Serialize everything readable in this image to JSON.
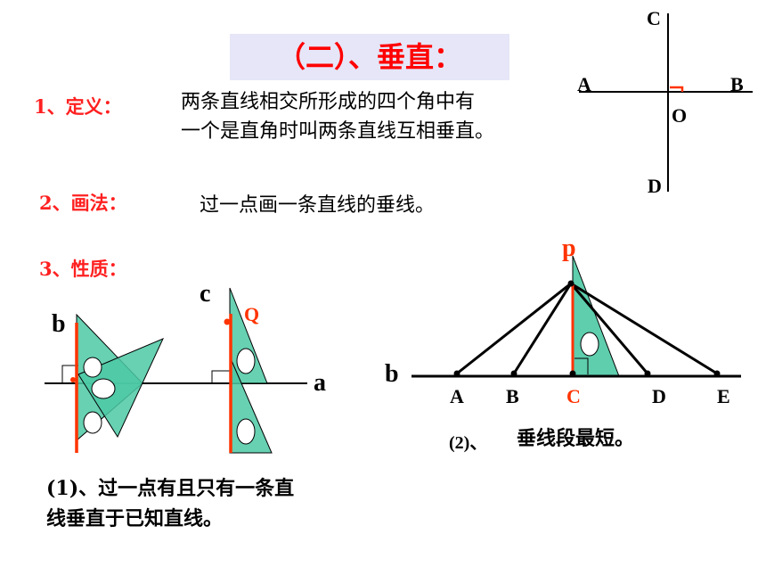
{
  "title": "（二）、垂直：",
  "definition": {
    "label": "1、定义：",
    "line1": "两条直线相交所形成的四个角中有",
    "line2": "一个是直角时叫两条直线互相垂直。"
  },
  "method": {
    "label": "2、画法：",
    "text": "过一点画一条直线的垂线。"
  },
  "property": {
    "label": "3、性质："
  },
  "cross_diagram": {
    "labels": {
      "c": "C",
      "a": "A",
      "b": "B",
      "o": "O",
      "d": "D"
    }
  },
  "left_figure": {
    "label_b": "b",
    "label_c": "c",
    "label_q": "Q",
    "label_a": "a",
    "caption_line1": "(1)、过一点有且只有一条直",
    "caption_line2": "线垂直于已知直线。"
  },
  "right_figure": {
    "label_p": "p",
    "label_b": "b",
    "points": [
      "A",
      "B",
      "C",
      "D",
      "E"
    ],
    "caption_num": "(2)、",
    "caption_text": "垂线段最短。"
  },
  "colors": {
    "title": "#ff0000",
    "label": "#ff2020",
    "triangle": "#4cc9a4",
    "accent": "#ff3300"
  }
}
